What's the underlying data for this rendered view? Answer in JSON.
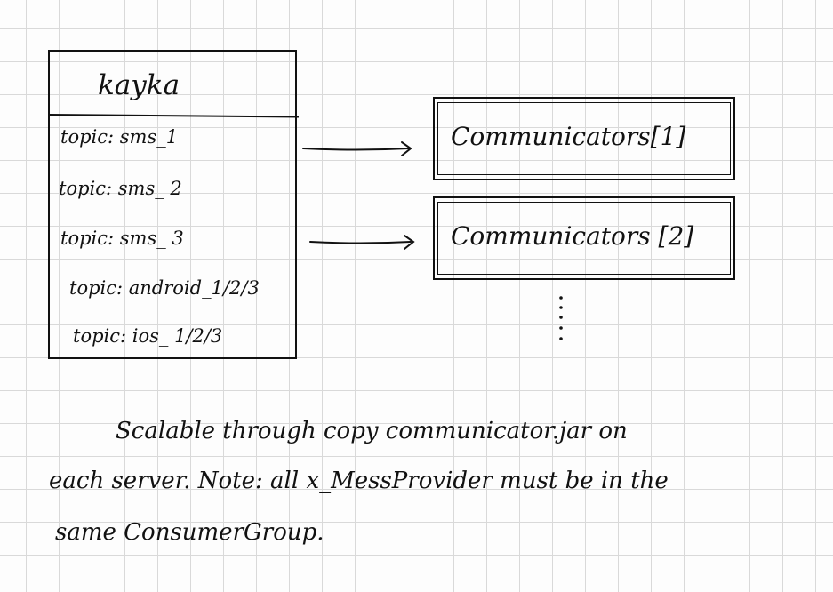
{
  "kafka": {
    "title": "kayka",
    "topics": [
      "topic: sms_1",
      "topic: sms_ 2",
      "topic: sms_ 3",
      "topic: android_1/2/3",
      "topic: ios_ 1/2/3"
    ]
  },
  "communicators": [
    "Communicators[1]",
    "Communicators [2]"
  ],
  "ellipsis": ":",
  "note": {
    "line1": "Scalable through copy communicator.jar on",
    "line2": "each server. Note: all x_MessProvider must be in the",
    "line3": "same ConsumerGroup."
  }
}
